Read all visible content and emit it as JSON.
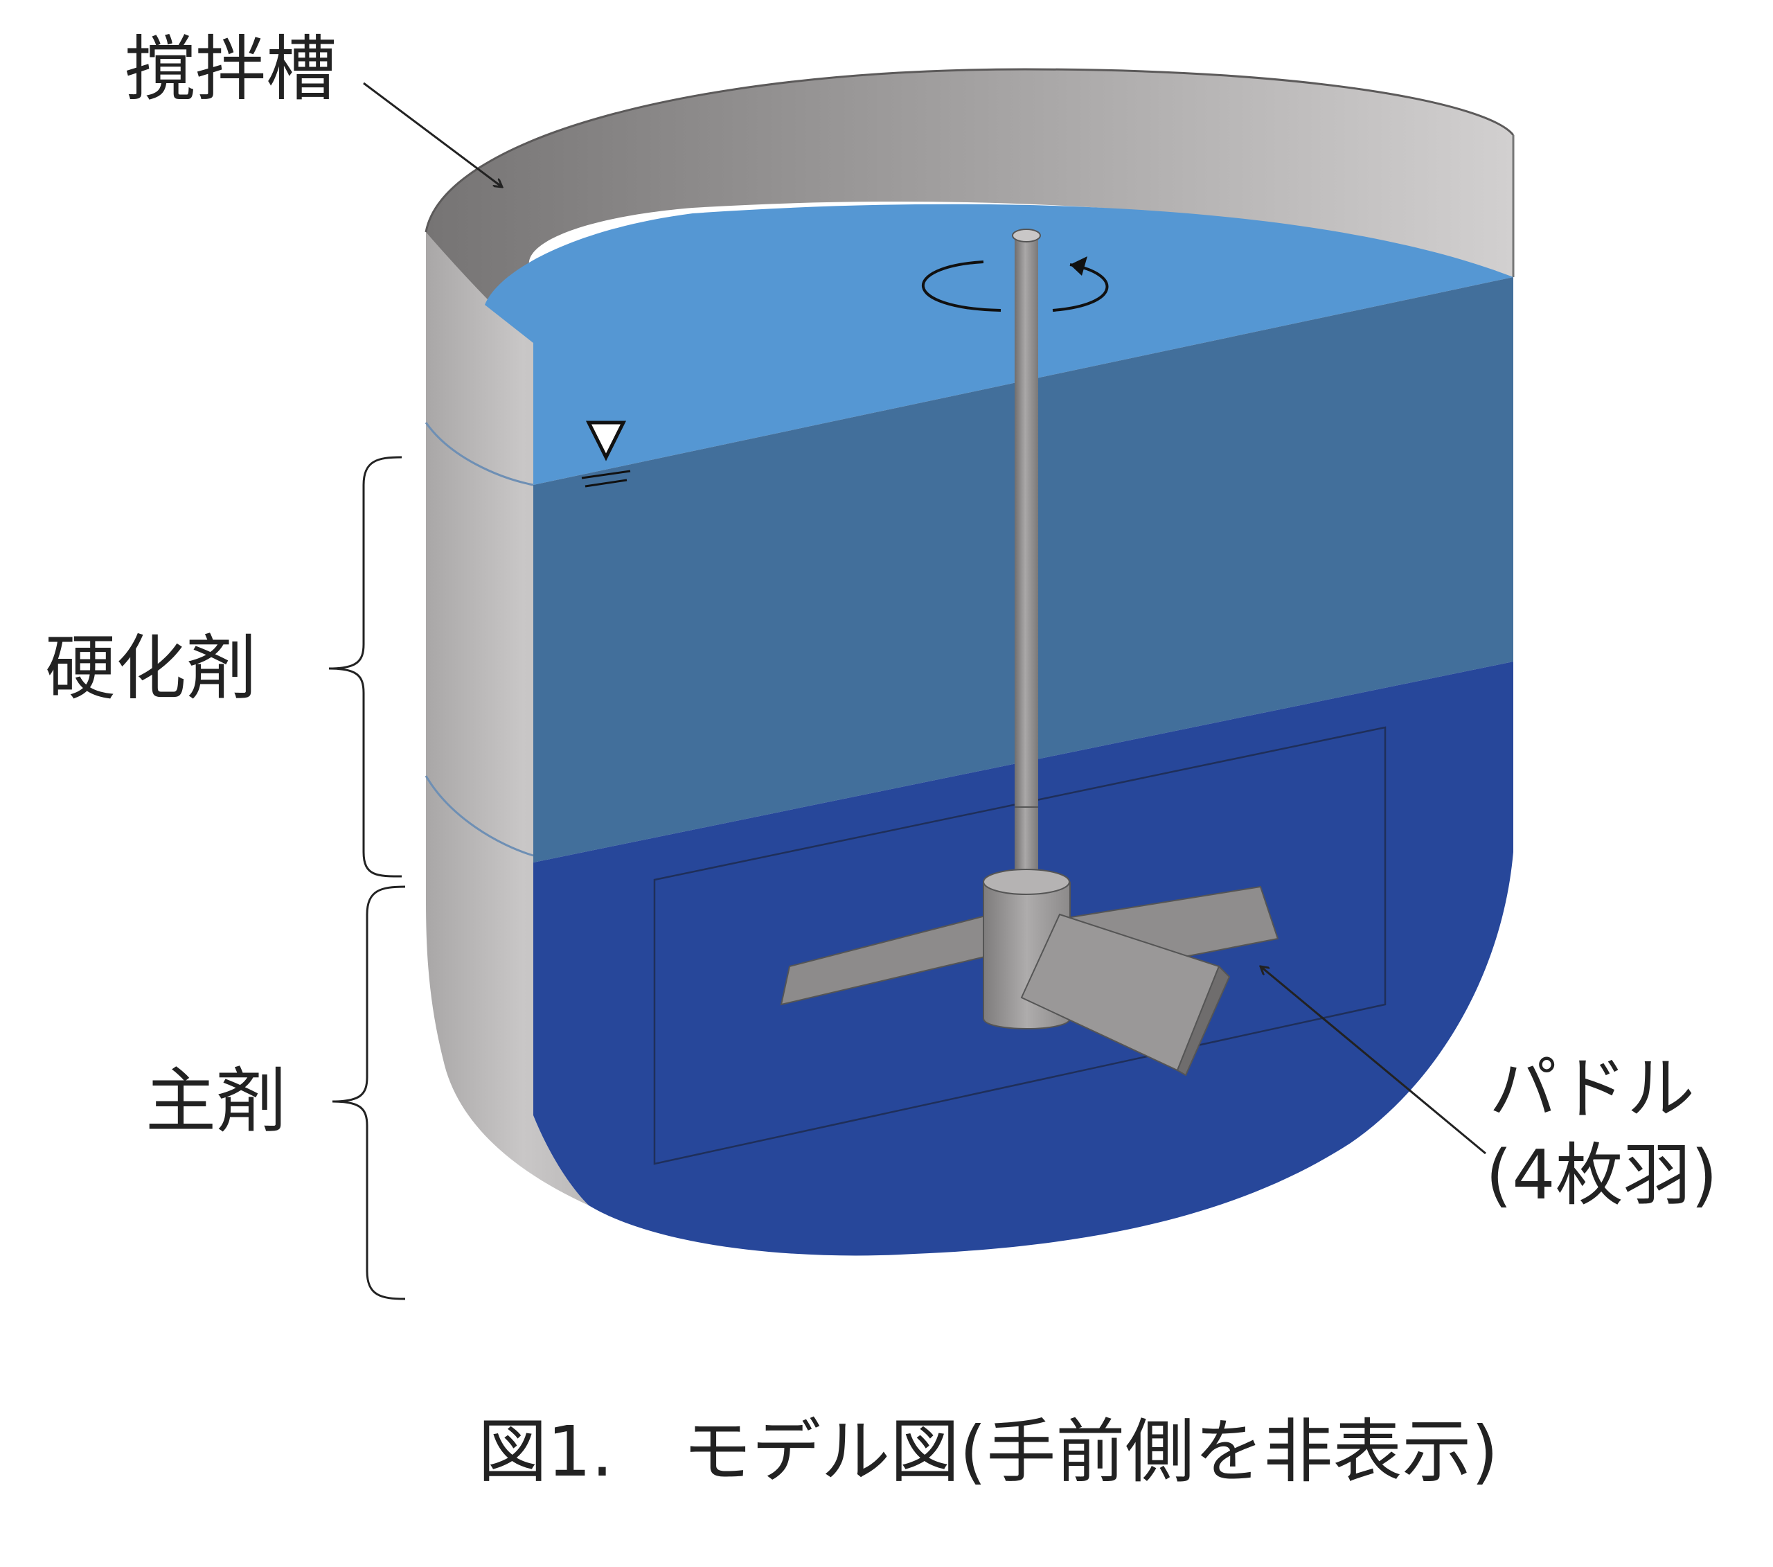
{
  "labels": {
    "tank": "撹拌槽",
    "hardener": "硬化剤",
    "main_agent": "主剤",
    "paddle_line1": "パドル",
    "paddle_line2": "(4枚羽)"
  },
  "caption": "図1.　モデル図(手前側を非表示)",
  "colors": {
    "tank_wall": "#b9b7b7",
    "tank_inner_dark": "#7d7b7b",
    "tank_inner_light": "#cfcdcd",
    "liquid_surface": "#5597d3",
    "hardener_layer": "#426f9b",
    "main_agent_layer": "#27479a",
    "impeller": "#8f8d8d",
    "text": "#222222"
  },
  "icons": {
    "rotation": "rotation-arrow-icon",
    "water_level": "water-level-triangle-icon"
  }
}
